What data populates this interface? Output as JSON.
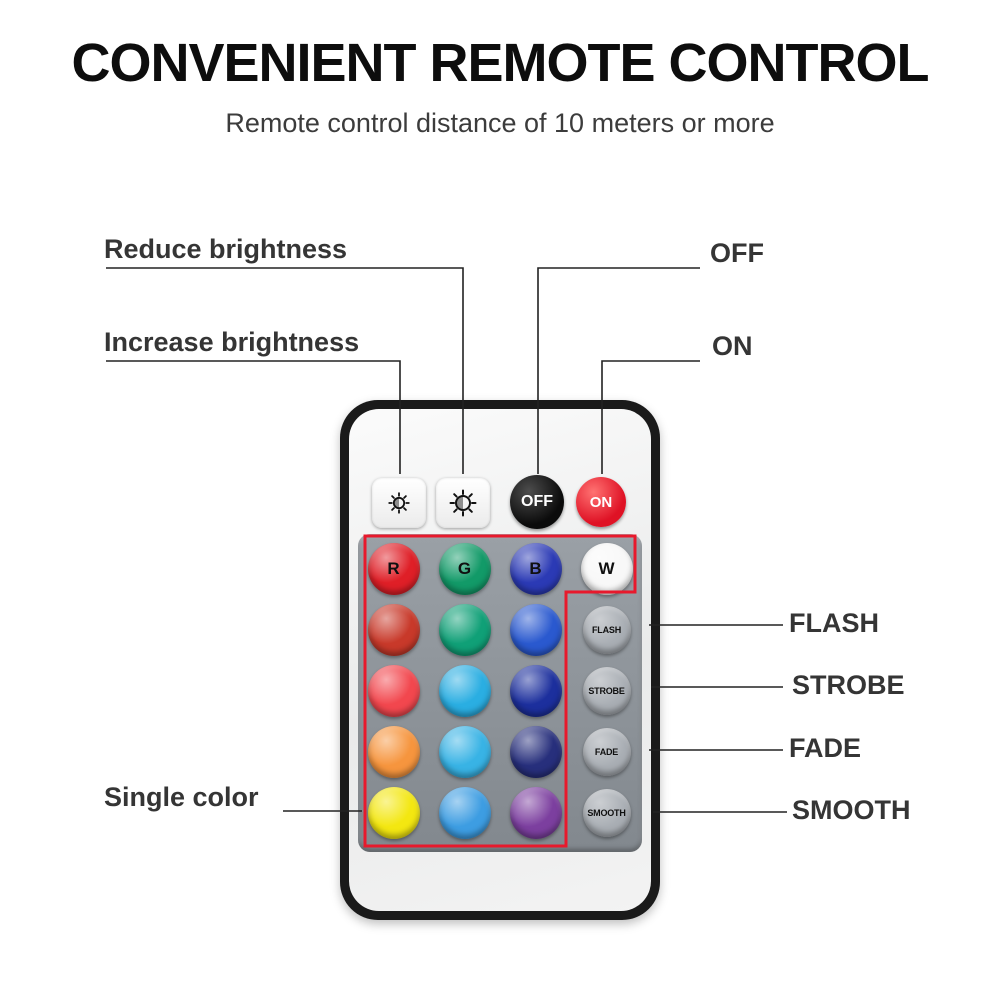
{
  "title": "CONVENIENT REMOTE CONTROL",
  "subtitle": "Remote control distance of 10 meters or more",
  "annotations": {
    "reduce_brightness": "Reduce brightness",
    "increase_brightness": "Increase brightness",
    "single_color": "Single color",
    "off": "OFF",
    "on": "ON",
    "flash": "FLASH",
    "strobe": "STROBE",
    "fade": "FADE",
    "smooth": "SMOOTH"
  },
  "remote": {
    "off_label": "OFF",
    "on_label": "ON",
    "icons": {
      "brightness_down": "sun-dim-icon",
      "brightness_up": "sun-bright-icon"
    },
    "grid": [
      [
        {
          "type": "color",
          "name": "red-button",
          "label": "R",
          "color": "#df1f27"
        },
        {
          "type": "color",
          "name": "green-button",
          "label": "G",
          "color": "#129a68"
        },
        {
          "type": "color",
          "name": "blue-button",
          "label": "B",
          "color": "#2b3ab5"
        },
        {
          "type": "color",
          "name": "white-button",
          "label": "W",
          "color": "#f8f8f8"
        }
      ],
      [
        {
          "type": "color",
          "name": "color-button-r2c1",
          "label": "",
          "color": "#c8392a"
        },
        {
          "type": "color",
          "name": "color-button-r2c2",
          "label": "",
          "color": "#10a077"
        },
        {
          "type": "color",
          "name": "color-button-r2c3",
          "label": "",
          "color": "#2a59cf"
        },
        {
          "type": "function",
          "name": "flash-button",
          "label": "FLASH",
          "color": "#a9aeb4"
        }
      ],
      [
        {
          "type": "color",
          "name": "color-button-r3c1",
          "label": "",
          "color": "#f2474e"
        },
        {
          "type": "color",
          "name": "color-button-r3c2",
          "label": "",
          "color": "#2aaee2"
        },
        {
          "type": "color",
          "name": "color-button-r3c3",
          "label": "",
          "color": "#1c2f9d"
        },
        {
          "type": "function",
          "name": "strobe-button",
          "label": "STROBE",
          "color": "#a9aeb4"
        }
      ],
      [
        {
          "type": "color",
          "name": "color-button-r4c1",
          "label": "",
          "color": "#f6953e"
        },
        {
          "type": "color",
          "name": "color-button-r4c2",
          "label": "",
          "color": "#38b3e5"
        },
        {
          "type": "color",
          "name": "color-button-r4c3",
          "label": "",
          "color": "#272f7c"
        },
        {
          "type": "function",
          "name": "fade-button",
          "label": "FADE",
          "color": "#a9aeb4"
        }
      ],
      [
        {
          "type": "color",
          "name": "yellow-button",
          "label": "",
          "color": "#f3e711"
        },
        {
          "type": "color",
          "name": "color-button-r5c2",
          "label": "",
          "color": "#3d9de2"
        },
        {
          "type": "color",
          "name": "color-button-r5c3",
          "label": "",
          "color": "#7c3f9f"
        },
        {
          "type": "function",
          "name": "smooth-button",
          "label": "SMOOTH",
          "color": "#a9aeb4"
        }
      ]
    ]
  },
  "colors": {
    "accent_red": "#e8192c",
    "outline_red": "#e8192c",
    "remote_border": "#1a1a1a",
    "panel_gray": "#8f959b",
    "text_dark": "#353535"
  }
}
